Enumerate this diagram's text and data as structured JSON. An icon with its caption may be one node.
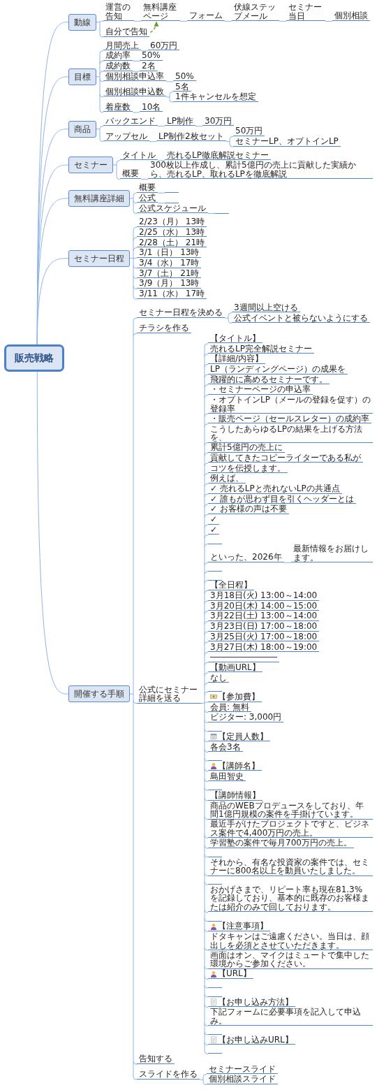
{
  "diagram": {
    "nodes": [
      {
        "text": [
          "販売戦略"
        ]
      },
      {
        "text": [
          "動線"
        ]
      },
      {
        "text": [
          "運営の告知"
        ]
      },
      {
        "text": [
          "自分で告知"
        ]
      },
      {
        "text": [
          "無料講座ページ"
        ]
      },
      {
        "text": [
          "フォーム"
        ]
      },
      {
        "text": [
          "伏線ステップメール"
        ]
      },
      {
        "text": [
          "セミナー当日"
        ]
      },
      {
        "text": [
          "個別相談"
        ]
      },
      {
        "text": [
          "目標"
        ]
      },
      {
        "text": [
          "月間売上"
        ]
      },
      {
        "text": [
          "60万円"
        ]
      },
      {
        "text": [
          "成約率"
        ]
      },
      {
        "text": [
          "50%"
        ]
      },
      {
        "text": [
          "成約数"
        ]
      },
      {
        "text": [
          "2名"
        ]
      },
      {
        "text": [
          "個別相談申込率"
        ]
      },
      {
        "text": [
          "50%"
        ]
      },
      {
        "text": [
          "個別相談申込数"
        ]
      },
      {
        "text": [
          "5名"
        ]
      },
      {
        "text": [
          "1件キャンセルを想定"
        ]
      },
      {
        "text": [
          "着座数"
        ]
      },
      {
        "text": [
          "10名"
        ]
      },
      {
        "text": [
          "商品"
        ]
      },
      {
        "text": [
          "バックエンド"
        ]
      },
      {
        "text": [
          "LP制作"
        ]
      },
      {
        "text": [
          "30万円"
        ]
      },
      {
        "text": [
          "アップセル"
        ]
      },
      {
        "text": [
          "LP制作2枚セット"
        ]
      },
      {
        "text": [
          "50万円"
        ]
      },
      {
        "text": [
          "セミナーLP、オプトインLP"
        ]
      },
      {
        "text": [
          "セミナー"
        ]
      },
      {
        "text": [
          "タイトル"
        ]
      },
      {
        "text": [
          "売れるLP徹底解説セミナー"
        ]
      },
      {
        "text": [
          "概要"
        ]
      },
      {
        "text": [
          "300枚以上作成し、累計5億円の売上に貢献した実績から、売れるLP、取れるLPを徹底解説"
        ]
      },
      {
        "text": [
          "無料講座詳細"
        ]
      },
      {
        "text": [
          "概要"
        ]
      },
      {
        "text": [],
        "shape": "bar"
      },
      {
        "text": [
          "公式"
        ]
      },
      {
        "text": [],
        "shape": "bar"
      },
      {
        "text": [
          "公式スケジュール"
        ]
      },
      {
        "text": [],
        "shape": "bar"
      },
      {
        "text": [
          "セミナー日程"
        ]
      },
      {
        "text": [
          "2/23（月） 13時"
        ]
      },
      {
        "text": [
          "2/25（水） 13時"
        ]
      },
      {
        "text": [
          "2/28（土） 21時"
        ]
      },
      {
        "text": [
          "3/1（日） 13時"
        ]
      },
      {
        "text": [
          "3/4（水） 17時"
        ]
      },
      {
        "text": [
          "3/7（土） 21時"
        ]
      },
      {
        "text": [
          "3/9（月） 13時"
        ]
      },
      {
        "text": [
          "3/11（水） 17時"
        ]
      },
      {
        "text": [
          "開催する手順"
        ]
      },
      {
        "text": [
          "セミナー日程を決める"
        ]
      },
      {
        "text": [
          "3週間以上空ける"
        ]
      },
      {
        "text": [
          "公式イベントと被らないようにする"
        ]
      },
      {
        "text": [
          "チラシを作る"
        ]
      },
      {
        "text": [
          "公式にセミナー詳細を送る"
        ]
      },
      {
        "text": [
          "【タイトル】"
        ]
      },
      {
        "text": [
          "売れるLP完全解説セミナー"
        ]
      },
      {
        "text": [
          "【詳細/内容】"
        ]
      },
      {
        "text": [
          "LP（ランディングページ）の成果を"
        ]
      },
      {
        "text": [
          "飛躍的に高めるセミナーです。"
        ]
      },
      {
        "text": [
          "・セミナーページの申込率"
        ]
      },
      {
        "text": [
          "・オプトインLP（メールの登録を促す）の登録率"
        ]
      },
      {
        "text": [
          "・販売ページ（セールスレター）の成約率"
        ]
      },
      {
        "text": [
          "こうしたあらゆるLPの結果を上げる方法を、"
        ]
      },
      {
        "text": [
          "累計5億円の売上に"
        ]
      },
      {
        "text": [
          "貢献してきたコピーライターである私が"
        ]
      },
      {
        "text": [
          "コツを伝授します。"
        ]
      },
      {
        "text": [
          "例えば、"
        ]
      },
      {
        "text": [
          "✓ 売れるLPと売れないLPの共通点"
        ]
      },
      {
        "text": [
          "✓ 誰もが思わず目を引くヘッダーとは"
        ]
      },
      {
        "text": [
          "✓ お客様の声は不要"
        ]
      },
      {
        "text": [
          "✓"
        ]
      },
      {
        "text": [
          "✓"
        ]
      },
      {
        "text": [],
        "shape": "bar"
      },
      {
        "text": [
          "といった、2026年"
        ]
      },
      {
        "text": [
          "最新情報をお届けします。"
        ]
      },
      {
        "text": [],
        "shape": "bar"
      },
      {
        "text": [],
        "shape": "bar"
      },
      {
        "text": [
          "【全日程】"
        ]
      },
      {
        "text": [
          "3月18日(火) 13:00～14:00"
        ]
      },
      {
        "text": [
          "3月20日(木) 14:00～15:00"
        ]
      },
      {
        "text": [
          "3月22日(土) 13:00～14:00"
        ]
      },
      {
        "text": [
          "3月23日(日) 17:00～18:00"
        ]
      },
      {
        "text": [
          "3月25日(火) 17:00～18:00"
        ]
      },
      {
        "text": [
          "3月27日(木) 18:00～19:00"
        ]
      },
      {
        "text": [
          "――――――――"
        ]
      },
      {
        "text": [
          "【動画URL】"
        ]
      },
      {
        "text": [
          "なし"
        ]
      },
      {
        "text": [],
        "shape": "bar"
      },
      {
        "text": [
          "【参加費】"
        ]
      },
      {
        "text": [
          "会員: 無料"
        ]
      },
      {
        "text": [
          "ビジター: 3,000円"
        ]
      },
      {
        "text": [],
        "shape": "bar"
      },
      {
        "text": [
          "【定員人数】"
        ]
      },
      {
        "text": [
          "各会3名"
        ]
      },
      {
        "text": [],
        "shape": "bar"
      },
      {
        "text": [
          "【講師名】"
        ]
      },
      {
        "text": [
          "島田智史"
        ]
      },
      {
        "text": [],
        "shape": "bar"
      },
      {
        "text": [
          "【講師情報】"
        ]
      },
      {
        "text": [
          "商品のWEBプロデュースをしており、年間1億円規模の案件を手掛けています。"
        ]
      },
      {
        "text": [
          "最近手がけたプロジェクトですと、ビジネス案件で4,400万円の売上。"
        ]
      },
      {
        "text": [
          "学習塾の案件で毎月700万円の売上。"
        ]
      },
      {
        "text": [],
        "shape": "bar"
      },
      {
        "text": [
          "それから、有名な投資家の案件では、セミナーに800名以上を動員いたしました。"
        ]
      },
      {
        "text": [],
        "shape": "bar"
      },
      {
        "text": [
          "おかげさまで、リピート率も現在81.3%を記録しており、基本的に既存のお客様または紹介のみで回しております。"
        ]
      },
      {
        "text": [],
        "shape": "bar"
      },
      {
        "text": [
          "【注意事項】"
        ]
      },
      {
        "text": [
          "ドタキャンはご遠慮ください。当日は、顔出しを必須とさせていただきます。"
        ]
      },
      {
        "text": [
          "画面はオン、マイクはミュートで集中した環境からご参加ください。"
        ]
      },
      {
        "text": [
          "【URL】"
        ]
      },
      {
        "text": [],
        "shape": "bar"
      },
      {
        "text": [],
        "shape": "bar"
      },
      {
        "text": [
          "【お申し込み方法】"
        ]
      },
      {
        "text": [
          "下記フォームに必要事項を記入して申込み。"
        ]
      },
      {
        "text": [],
        "shape": "bar"
      },
      {
        "text": [
          "【お申し込みURL】"
        ]
      },
      {
        "text": [],
        "shape": "bar"
      },
      {
        "text": [
          "告知する"
        ]
      },
      {
        "text": [
          "スライドを作る"
        ]
      },
      {
        "text": [
          "セミナースライド"
        ]
      },
      {
        "text": [
          "個別相談スライド"
        ]
      }
    ],
    "edges": [
      {
        "from": 0,
        "to": 1,
        "arrow": "none"
      },
      {
        "from": 1,
        "to": 2,
        "arrow": "none"
      },
      {
        "from": 1,
        "to": 3,
        "arrow": "none"
      },
      {
        "from": 2,
        "to": 4,
        "arrow": "none"
      },
      {
        "from": 4,
        "to": 5,
        "arrow": "none"
      },
      {
        "from": 5,
        "to": 6,
        "arrow": "none"
      },
      {
        "from": 6,
        "to": 7,
        "arrow": "none"
      },
      {
        "from": 7,
        "to": 8,
        "arrow": "none"
      },
      {
        "from": 0,
        "to": 9,
        "arrow": "none"
      },
      {
        "from": 9,
        "to": 10,
        "arrow": "none"
      },
      {
        "from": 10,
        "to": 11,
        "arrow": "none"
      },
      {
        "from": 9,
        "to": 12,
        "arrow": "none"
      },
      {
        "from": 12,
        "to": 13,
        "arrow": "none"
      },
      {
        "from": 9,
        "to": 14,
        "arrow": "none"
      },
      {
        "from": 14,
        "to": 15,
        "arrow": "none"
      },
      {
        "from": 9,
        "to": 16,
        "arrow": "none"
      },
      {
        "from": 16,
        "to": 17,
        "arrow": "none"
      },
      {
        "from": 9,
        "to": 18,
        "arrow": "none"
      },
      {
        "from": 18,
        "to": 19,
        "arrow": "none"
      },
      {
        "from": 18,
        "to": 20,
        "arrow": "none"
      },
      {
        "from": 9,
        "to": 21,
        "arrow": "none"
      },
      {
        "from": 21,
        "to": 22,
        "arrow": "none"
      },
      {
        "from": 0,
        "to": 23,
        "arrow": "none"
      },
      {
        "from": 23,
        "to": 24,
        "arrow": "none"
      },
      {
        "from": 24,
        "to": 25,
        "arrow": "none"
      },
      {
        "from": 25,
        "to": 26,
        "arrow": "none"
      },
      {
        "from": 23,
        "to": 27,
        "arrow": "none"
      },
      {
        "from": 27,
        "to": 28,
        "arrow": "none"
      },
      {
        "from": 28,
        "to": 29,
        "arrow": "none"
      },
      {
        "from": 28,
        "to": 30,
        "arrow": "none"
      },
      {
        "from": 0,
        "to": 31,
        "arrow": "none"
      },
      {
        "from": 31,
        "to": 32,
        "arrow": "none"
      },
      {
        "from": 32,
        "to": 33,
        "arrow": "none"
      },
      {
        "from": 31,
        "to": 34,
        "arrow": "none"
      },
      {
        "from": 34,
        "to": 35,
        "arrow": "none"
      },
      {
        "from": 0,
        "to": 36,
        "arrow": "none"
      },
      {
        "from": 36,
        "to": 37,
        "arrow": "none"
      },
      {
        "from": 37,
        "to": 38,
        "arrow": "none"
      },
      {
        "from": 36,
        "to": 39,
        "arrow": "none"
      },
      {
        "from": 39,
        "to": 40,
        "arrow": "none"
      },
      {
        "from": 36,
        "to": 41,
        "arrow": "none"
      },
      {
        "from": 41,
        "to": 42,
        "arrow": "none"
      },
      {
        "from": 0,
        "to": 43,
        "arrow": "none"
      },
      {
        "from": 43,
        "to": 44,
        "arrow": "none"
      },
      {
        "from": 43,
        "to": 45,
        "arrow": "none"
      },
      {
        "from": 43,
        "to": 46,
        "arrow": "none"
      },
      {
        "from": 43,
        "to": 47,
        "arrow": "none"
      },
      {
        "from": 43,
        "to": 48,
        "arrow": "none"
      },
      {
        "from": 43,
        "to": 49,
        "arrow": "none"
      },
      {
        "from": 43,
        "to": 50,
        "arrow": "none"
      },
      {
        "from": 43,
        "to": 51,
        "arrow": "none"
      },
      {
        "from": 0,
        "to": 52,
        "arrow": "none"
      },
      {
        "from": 52,
        "to": 53,
        "arrow": "none"
      },
      {
        "from": 53,
        "to": 54,
        "arrow": "none"
      },
      {
        "from": 53,
        "to": 55,
        "arrow": "none"
      },
      {
        "from": 52,
        "to": 56,
        "arrow": "none"
      },
      {
        "from": 52,
        "to": 57,
        "arrow": "none"
      },
      {
        "from": 57,
        "to": 58,
        "arrow": "none"
      },
      {
        "from": 57,
        "to": 59,
        "arrow": "none"
      },
      {
        "from": 57,
        "to": 60,
        "arrow": "none"
      },
      {
        "from": 57,
        "to": 61,
        "arrow": "none"
      },
      {
        "from": 57,
        "to": 62,
        "arrow": "none"
      },
      {
        "from": 57,
        "to": 63,
        "arrow": "none"
      },
      {
        "from": 57,
        "to": 64,
        "arrow": "none"
      },
      {
        "from": 57,
        "to": 65,
        "arrow": "none"
      },
      {
        "from": 57,
        "to": 66,
        "arrow": "none"
      },
      {
        "from": 57,
        "to": 67,
        "arrow": "none"
      },
      {
        "from": 57,
        "to": 68,
        "arrow": "none"
      },
      {
        "from": 57,
        "to": 69,
        "arrow": "none"
      },
      {
        "from": 57,
        "to": 70,
        "arrow": "none"
      },
      {
        "from": 57,
        "to": 71,
        "arrow": "none"
      },
      {
        "from": 57,
        "to": 72,
        "arrow": "none"
      },
      {
        "from": 57,
        "to": 73,
        "arrow": "none"
      },
      {
        "from": 57,
        "to": 74,
        "arrow": "none"
      },
      {
        "from": 57,
        "to": 75,
        "arrow": "none"
      },
      {
        "from": 57,
        "to": 76,
        "arrow": "none"
      },
      {
        "from": 57,
        "to": 77,
        "arrow": "none"
      },
      {
        "from": 77,
        "to": 78,
        "arrow": "none"
      },
      {
        "from": 57,
        "to": 79,
        "arrow": "none"
      },
      {
        "from": 57,
        "to": 80,
        "arrow": "none"
      },
      {
        "from": 57,
        "to": 81,
        "arrow": "none"
      },
      {
        "from": 57,
        "to": 82,
        "arrow": "none"
      },
      {
        "from": 57,
        "to": 83,
        "arrow": "none"
      },
      {
        "from": 57,
        "to": 84,
        "arrow": "none"
      },
      {
        "from": 57,
        "to": 85,
        "arrow": "none"
      },
      {
        "from": 57,
        "to": 86,
        "arrow": "none"
      },
      {
        "from": 57,
        "to": 87,
        "arrow": "none"
      },
      {
        "from": 57,
        "to": 88,
        "arrow": "none"
      },
      {
        "from": 57,
        "to": 89,
        "arrow": "none"
      },
      {
        "from": 57,
        "to": 90,
        "arrow": "none"
      },
      {
        "from": 57,
        "to": 91,
        "arrow": "none"
      },
      {
        "from": 57,
        "to": 92,
        "arrow": "none"
      },
      {
        "from": 57,
        "to": 93,
        "arrow": "none"
      },
      {
        "from": 57,
        "to": 94,
        "arrow": "none"
      },
      {
        "from": 57,
        "to": 95,
        "arrow": "none"
      },
      {
        "from": 57,
        "to": 96,
        "arrow": "none"
      },
      {
        "from": 57,
        "to": 97,
        "arrow": "none"
      },
      {
        "from": 57,
        "to": 98,
        "arrow": "none"
      },
      {
        "from": 57,
        "to": 99,
        "arrow": "none"
      },
      {
        "from": 57,
        "to": 100,
        "arrow": "none"
      },
      {
        "from": 57,
        "to": 101,
        "arrow": "none"
      },
      {
        "from": 57,
        "to": 102,
        "arrow": "none"
      },
      {
        "from": 57,
        "to": 103,
        "arrow": "none"
      },
      {
        "from": 57,
        "to": 104,
        "arrow": "none"
      },
      {
        "from": 57,
        "to": 105,
        "arrow": "none"
      },
      {
        "from": 57,
        "to": 106,
        "arrow": "none"
      },
      {
        "from": 57,
        "to": 107,
        "arrow": "none"
      },
      {
        "from": 57,
        "to": 108,
        "arrow": "none"
      },
      {
        "from": 57,
        "to": 109,
        "arrow": "none"
      },
      {
        "from": 57,
        "to": 110,
        "arrow": "none"
      },
      {
        "from": 57,
        "to": 111,
        "arrow": "none"
      },
      {
        "from": 57,
        "to": 112,
        "arrow": "none"
      },
      {
        "from": 57,
        "to": 113,
        "arrow": "none"
      },
      {
        "from": 57,
        "to": 114,
        "arrow": "none"
      },
      {
        "from": 57,
        "to": 115,
        "arrow": "none"
      },
      {
        "from": 57,
        "to": 116,
        "arrow": "none"
      },
      {
        "from": 57,
        "to": 117,
        "arrow": "none"
      },
      {
        "from": 57,
        "to": 118,
        "arrow": "none"
      },
      {
        "from": 57,
        "to": 119,
        "arrow": "none"
      },
      {
        "from": 57,
        "to": 120,
        "arrow": "none"
      },
      {
        "from": 57,
        "to": 121,
        "arrow": "none"
      },
      {
        "from": 52,
        "to": 122,
        "arrow": "none"
      },
      {
        "from": 52,
        "to": 123,
        "arrow": "none"
      },
      {
        "from": 123,
        "to": 124,
        "arrow": "none"
      },
      {
        "from": 123,
        "to": 125,
        "arrow": "none"
      },
      {
        "from": 3,
        "to": 4,
        "arrow": "to",
        "style": "dashed",
        "color": "#6b9a2f"
      }
    ]
  }
}
